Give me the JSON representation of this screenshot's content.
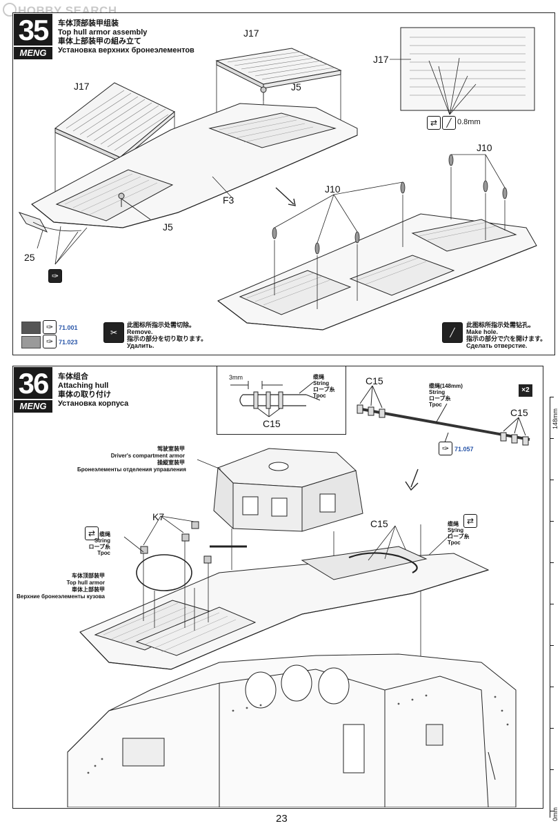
{
  "watermark": "HOBBY SEARCH",
  "page_number": "23",
  "step35": {
    "number": "35",
    "brand": "MENG",
    "title_cn": "车体顶部装甲组装",
    "title_en": "Top hull armor assembly",
    "title_jp": "車体上部装甲の組み立て",
    "title_ru": "Установка верхних бронеэлементов",
    "part_labels": {
      "j17_top": "J17",
      "j17_left": "J17",
      "j17_detail": "J17",
      "j5_top": "J5",
      "j5_bottom": "J5",
      "f3": "F3",
      "p25": "25",
      "j10_left": "J10",
      "j10_right": "J10"
    },
    "drill_size": "0.8mm",
    "paints": [
      {
        "code": "71.001",
        "color": "#555555"
      },
      {
        "code": "71.023",
        "color": "#9a9a9a"
      }
    ],
    "remove_note": {
      "cn": "此图标所指示处需切除。",
      "en": "Remove.",
      "jp": "指示の部分を切り取ります。",
      "ru": "Удалить."
    },
    "hole_note": {
      "cn": "此图标所指示处需钻孔。",
      "en": "Make hole.",
      "jp": "指示の部分で穴を開けます。",
      "ru": "Сделать отверстие."
    }
  },
  "step36": {
    "number": "36",
    "brand": "MENG",
    "title_cn": "车体组合",
    "title_en": "Attaching hull",
    "title_jp": "車体の取り付け",
    "title_ru": "Установка корпуса",
    "inset": {
      "dim": "3mm",
      "string_cn": "缆绳",
      "string_en": "String",
      "string_jp": "ロープ糸",
      "string_ru": "Трос",
      "part": "C15"
    },
    "string_part": {
      "cn": "缆绳(148mm)",
      "en": "String",
      "jp": "ロープ糸",
      "ru": "Трос",
      "paint": "71.057",
      "c15_left": "C15",
      "c15_right": "C15"
    },
    "multiplier": "×2",
    "driver_armor": {
      "cn": "驾驶室装甲",
      "en": "Driver's compartment armor",
      "jp": "操縦室装甲",
      "ru": "Бронеэлементы отделения управления"
    },
    "k7": "K7",
    "c15_center": "C15",
    "string_left": {
      "cn": "缆绳",
      "en": "String",
      "jp": "ロープ糸",
      "ru": "Трос"
    },
    "string_right": {
      "cn": "缆绳",
      "en": "String",
      "jp": "ロープ糸",
      "ru": "Трос"
    },
    "top_hull_armor": {
      "cn": "车体顶部装甲",
      "en": "Top hull armor",
      "jp": "車体上部装甲",
      "ru": "Верхние бронеэлементы кузова"
    }
  },
  "ruler": {
    "top_label": "148mm",
    "bottom_label": "0mm"
  }
}
